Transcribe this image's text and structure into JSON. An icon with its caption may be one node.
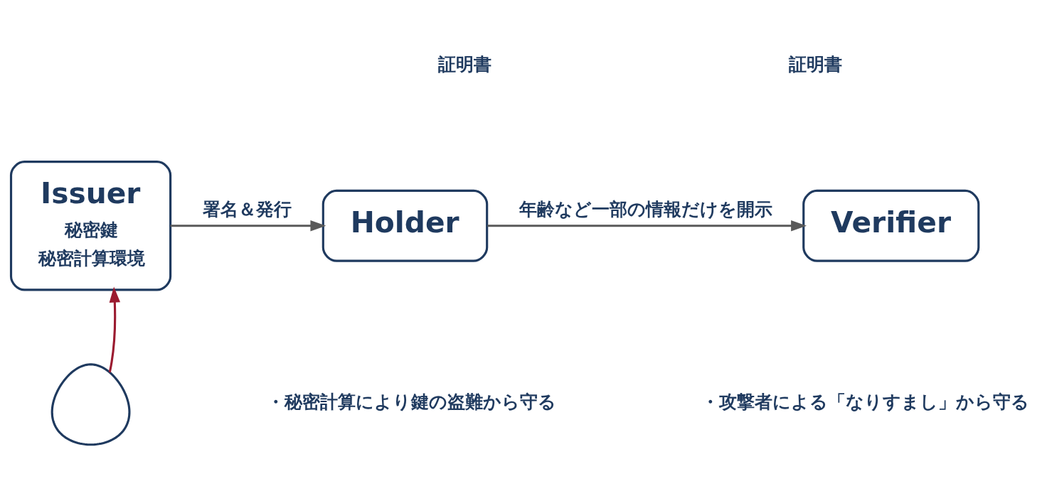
{
  "diagram": {
    "nodes": [
      {
        "text": [
          "Issuer",
          "秘密鍵",
          "秘密計算環境"
        ]
      },
      {
        "text": [
          "Holder"
        ]
      },
      {
        "text": [
          "Verifier"
        ]
      },
      {
        "text": [],
        "shape": "person"
      }
    ],
    "edges": [
      {
        "from": 0,
        "to": 1,
        "arrow": "to",
        "label": "署名＆発行"
      },
      {
        "from": 1,
        "to": 2,
        "arrow": "to",
        "label": "年齢など一部の情報だけを開示"
      },
      {
        "from": 3,
        "to": 0,
        "arrow": "to",
        "color": "#9b1b30"
      }
    ],
    "labels": [
      "証明書",
      "証明書",
      "・秘密計算により鍵の盗難から守る",
      "・攻撃者による「なりすまし」から守る"
    ]
  }
}
